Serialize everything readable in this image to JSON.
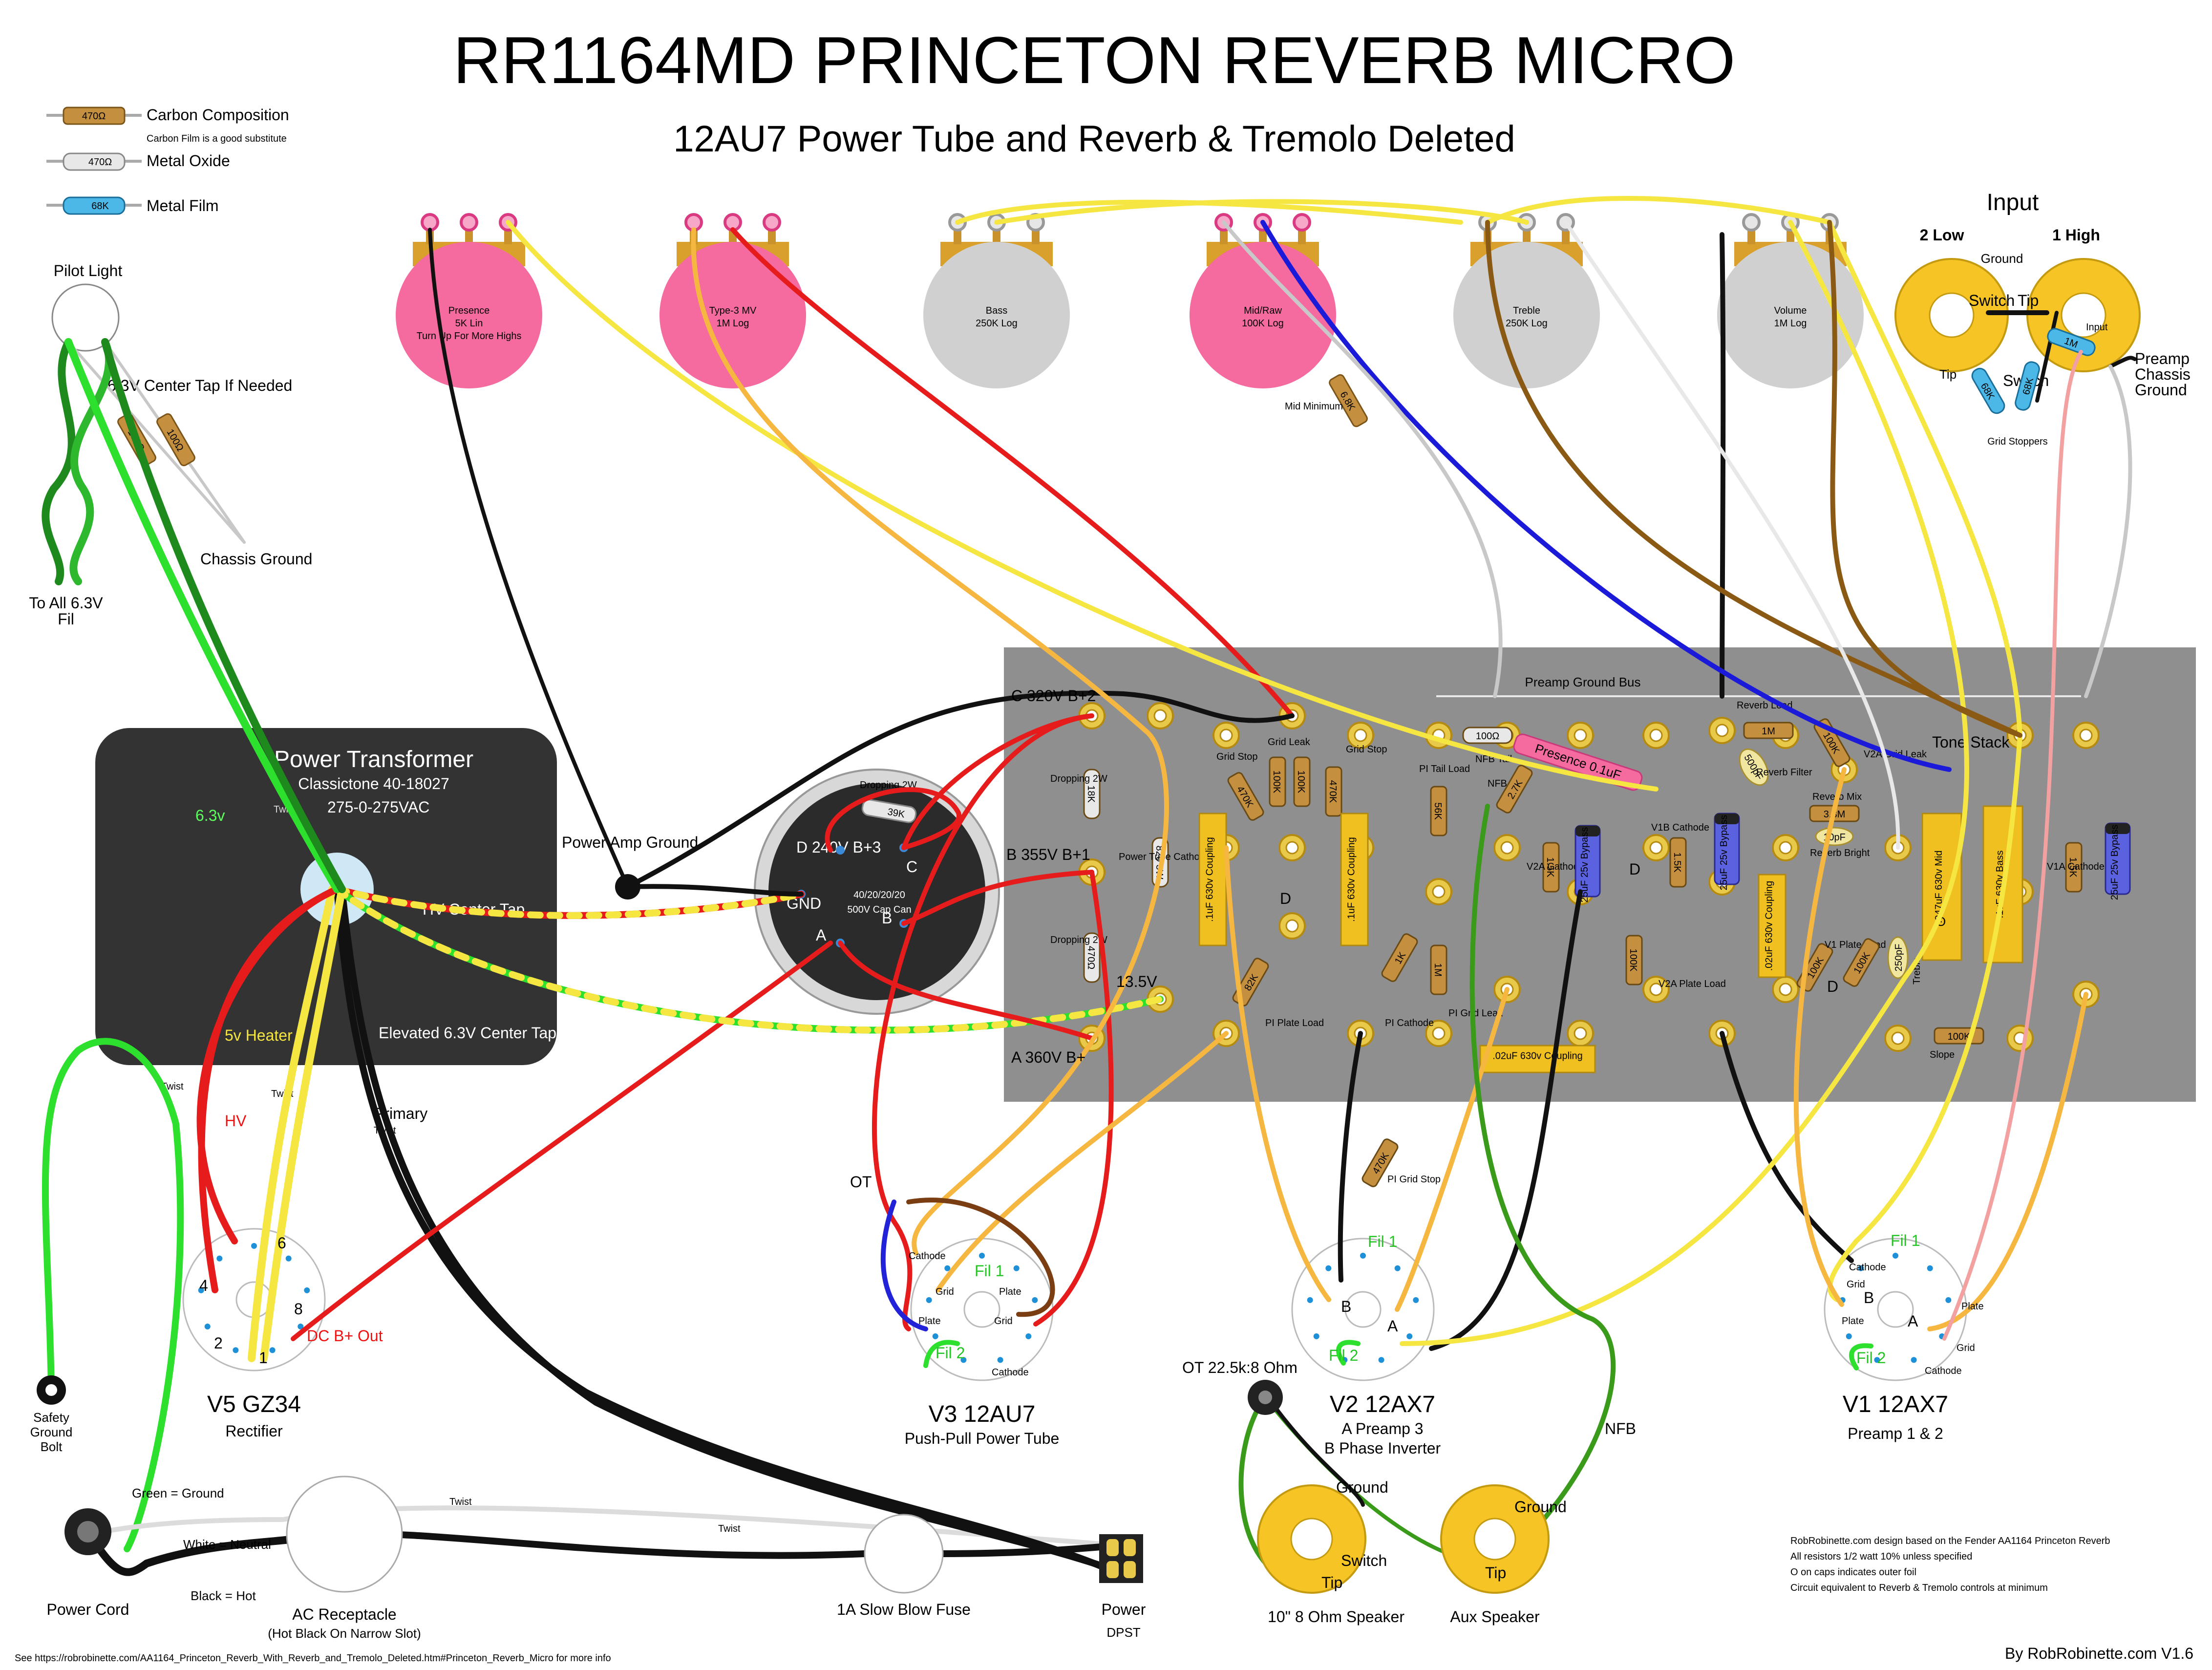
{
  "title": "RR1164MD PRINCETON REVERB MICRO",
  "subtitle": "12AU7 Power Tube and Reverb & Tremolo Deleted",
  "legend": {
    "carbon_comp_value": "470Ω",
    "carbon_comp": "Carbon Composition",
    "carbon_comp_note": "Carbon Film is a good substitute",
    "metal_oxide_value": "470Ω",
    "metal_oxide": "Metal Oxide",
    "metal_film_value": "68K",
    "metal_film": "Metal Film"
  },
  "pilot": {
    "title": "Pilot Light",
    "center_tap": "6.3V Center Tap If Needed",
    "r1": "100Ω",
    "r2": "100Ω",
    "chassis_ground": "Chassis Ground",
    "fil_line1": "To All 6.3V",
    "fil_line2": "Fil"
  },
  "pots": [
    {
      "name": "Presence",
      "line2": "5K Lin",
      "line3": "Turn Up For More Highs"
    },
    {
      "name": "Type-3 MV",
      "line2": "1M Log",
      "line3": ""
    },
    {
      "name": "Bass",
      "line2": "250K Log",
      "line3": ""
    },
    {
      "name": "Mid/Raw",
      "line2": "100K Log",
      "line3": ""
    },
    {
      "name": "Treble",
      "line2": "250K Log",
      "line3": ""
    },
    {
      "name": "Volume",
      "line2": "1M Log",
      "line3": ""
    }
  ],
  "mid_minimum": {
    "value": "6.8K",
    "label": "Mid Minimum"
  },
  "input": {
    "title": "Input",
    "low": "2 Low",
    "high": "1 High",
    "ground": "Ground",
    "switch1": "Switch",
    "tip1": "Tip",
    "input_label": "Input",
    "r_1m": "1M",
    "tip2": "Tip",
    "switch2": "Switch",
    "r_68k_a": "68K",
    "r_68k_b": "68K",
    "grid_stoppers": "Grid Stoppers",
    "preamp_ground_1": "Preamp",
    "preamp_ground_2": "Chassis",
    "preamp_ground_3": "Ground"
  },
  "transformer": {
    "title": "Power Transformer",
    "model": "Classictone 40-18027",
    "twist": "Twist",
    "rating": "275-0-275VAC",
    "v63": "6.3v",
    "hv_ct": "HV Center Tap",
    "heater": "5v Heater",
    "elevated": "Elevated 6.3V Center Tap",
    "twist_a": "Twist",
    "twist_b": "Twist",
    "hv": "HV",
    "primary": "Primary",
    "primary_twist": "Twist"
  },
  "power_amp_ground": "Power Amp Ground",
  "cap_can": {
    "dropping": "Dropping 2W",
    "r39k": "39K",
    "d": "D 240V B+3",
    "c": "C",
    "gnd": "GND",
    "values": "40/20/20/20",
    "rating": "500V Cap Can",
    "b": "B",
    "a": "A"
  },
  "board": {
    "c320": "C 320V B+2",
    "b355": "B 355V B+1",
    "v135": "13.5V",
    "a360": "A 360V B+",
    "drop1": "Dropping 2W",
    "drop1_value": "18K",
    "drop2": "Dropping 2W",
    "drop2_value": "470Ω",
    "pt_cathode": "Power Tube Cathode",
    "pt_cathode_value": "820 3W",
    "preamp_bus": "Preamp Ground Bus",
    "grid_stop1": "Grid Stop",
    "grid_stop1_value": "470K",
    "grid_leak": "Grid Leak",
    "grid_leak_a": "100K",
    "grid_leak_b": "100K",
    "grid_stop2": "Grid Stop",
    "grid_stop2_value": "470K",
    "coupling1": ".1uF 630v Coupling",
    "coupling2": ".1uF 630v Coupling",
    "pi_plate_load": "PI Plate Load",
    "pi_plate_value": "82K",
    "pi_cathode": "PI Cathode",
    "pi_cathode_value": "1K",
    "pi_tail_load": "PI Tail Load",
    "pi_tail_value": "56K",
    "nfb_tail": "NFB Tail",
    "nfb_tail_value": "100Ω",
    "nfb": "NFB",
    "nfb_value": "2.7K",
    "presence_cap": "Presence 0.1uF",
    "pi_grid_leak": "PI Grid Leak",
    "pi_grid_value": "1M",
    "v2a_cathode": "V2A Cathode",
    "v2a_cathode_value": "1.5K",
    "bypass1": "25uF 25v Bypass",
    "v1b_cathode": "V1B Cathode",
    "v1b_cathode_value": "1.5K",
    "bypass2": "25uF 25v Bypass",
    "v2a_plate_load": "V2A Plate Load",
    "v2a_plate_value": "100K",
    "coupling_02": ".02uF 630v Coupling",
    "reverb_load": "Reverb Load",
    "reverb_load_value": "1M",
    "reverb_filter": "Reverb Filter",
    "reverb_filter_value": "500pF",
    "reverb_mix": "Reverb Mix",
    "reverb_mix_value": "3.3M",
    "reverb_bright": "Reverb Bright",
    "reverb_bright_value": "10pF",
    "v2a_grid_leak": "V2A Grid Leak",
    "v2a_grid_leak_value": "100K",
    "coupling3": ".02uF 630v Coupling",
    "v1_plate_load": "V1 Plate Load",
    "v1_plate_a": "100K",
    "v1_plate_b": "100K",
    "treble_cap": "250pF",
    "treble": "Treble",
    "tone_stack": "Tone Stack",
    "mid_cap": ".047uF 630v Mid",
    "bass_cap": ".1uF 630v Bass",
    "slope": "Slope",
    "slope_value": "100K",
    "v1a_cathode": "V1A Cathode",
    "v1a_cathode_value": "1.5K",
    "bypass3": "25uF 25v Bypass",
    "d1": "D",
    "d2": "D",
    "d3": "D",
    "o": "O",
    "pi_grid_stop": "PI Grid Stop",
    "pi_grid_stop_value": "470K"
  },
  "tubes": {
    "v5": {
      "name": "V5 GZ34",
      "desc": "Rectifier",
      "p6": "6",
      "p4": "4",
      "p8": "8",
      "p2": "2",
      "p1": "1",
      "dc": "DC B+ Out"
    },
    "v3": {
      "name": "V3 12AU7",
      "desc": "Push-Pull Power Tube",
      "ot": "OT",
      "cathode1": "Cathode",
      "fil1": "Fil 1",
      "grid1": "Grid",
      "plate1": "Plate",
      "plate2": "Plate",
      "grid2": "Grid",
      "fil2": "Fil 2",
      "cathode2": "Cathode"
    },
    "v2": {
      "name": "V2  12AX7",
      "desc1": "A Preamp 3",
      "desc2": "B Phase Inverter",
      "fil1": "Fil 1",
      "b": "B",
      "a": "A",
      "fil2": "Fil 2"
    },
    "v1": {
      "name": "V1  12AX7",
      "desc": "Preamp 1 & 2",
      "fil1": "Fil 1",
      "cathode": "Cathode",
      "grid": "Grid",
      "b": "B",
      "plate1": "Plate",
      "a": "A",
      "plate2": "Plate",
      "grid2": "Grid",
      "fil2": "Fil 2",
      "cathode2": "Cathode"
    }
  },
  "output": {
    "ot": "OT 22.5k:8 Ohm",
    "ground1": "Ground",
    "switch": "Switch",
    "tip1": "Tip",
    "ground2": "Ground",
    "tip2": "Tip",
    "spk1": "10\" 8 Ohm Speaker",
    "spk2": "Aux Speaker",
    "nfb": "NFB"
  },
  "power": {
    "safety1": "Safety",
    "safety2": "Ground",
    "safety3": "Bolt",
    "green": "Green = Ground",
    "white": "White = Neutral",
    "black": "Black = Hot",
    "cord": "Power Cord",
    "receptacle": "AC Receptacle",
    "receptacle_note": "(Hot Black On Narrow Slot)",
    "twist1": "Twist",
    "twist2": "Twist",
    "fuse": "1A Slow Blow Fuse",
    "switch": "Power",
    "switch_type": "DPST"
  },
  "notes": [
    "RobRobinette.com design based on the Fender AA1164 Princeton Reverb",
    "All resistors 1/2 watt 10% unless specified",
    "O on caps indicates outer foil",
    "Circuit equivalent to Reverb & Tremolo controls at minimum"
  ],
  "footer_left": "See https://robrobinette.com/AA1164_Princeton_Reverb_With_Reverb_and_Tremolo_Deleted.htm#Princeton_Reverb_Micro for more info",
  "footer_right": "By RobRobinette.com  V1.6"
}
